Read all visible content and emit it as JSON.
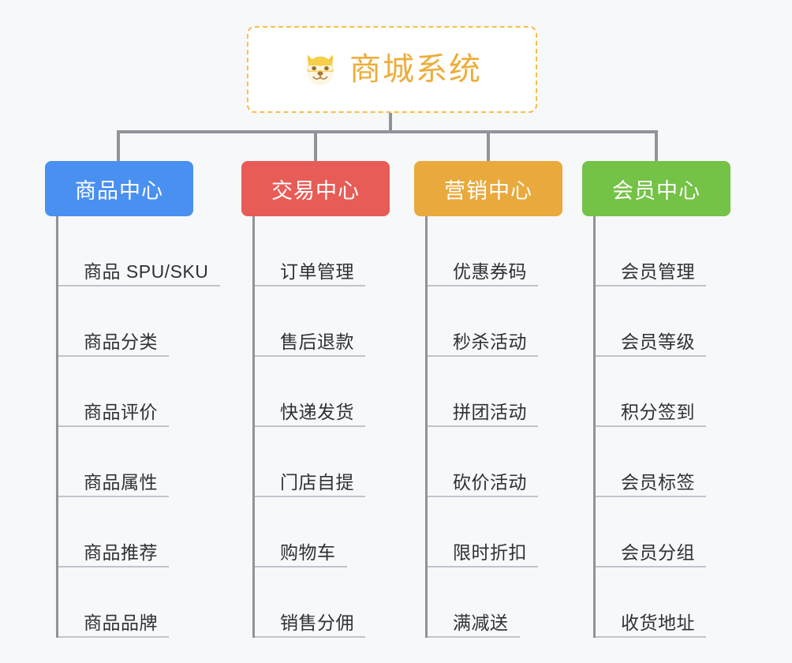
{
  "background_color": "#f7f8f9",
  "root": {
    "title": "商城系统",
    "icon": "dog-face-emoji",
    "text_color": "#edad3a",
    "border_color": "#f5bd4b",
    "fill_color": "#ffffff"
  },
  "connector_color": "#909399",
  "leaf_line_color": "#c0c4cc",
  "leaf_text_color": "#303133",
  "branches": [
    {
      "label": "商品中心",
      "color": "#4a90f0",
      "items": [
        "商品 SPU/SKU",
        "商品分类",
        "商品评价",
        "商品属性",
        "商品推荐",
        "商品品牌"
      ]
    },
    {
      "label": "交易中心",
      "color": "#e85c57",
      "items": [
        "订单管理",
        "售后退款",
        "快递发货",
        "门店自提",
        "购物车",
        "销售分佣"
      ]
    },
    {
      "label": "营销中心",
      "color": "#e9a93c",
      "items": [
        "优惠券码",
        "秒杀活动",
        "拼团活动",
        "砍价活动",
        "限时折扣",
        "满减送"
      ]
    },
    {
      "label": "会员中心",
      "color": "#74c246",
      "items": [
        "会员管理",
        "会员等级",
        "积分签到",
        "会员标签",
        "会员分组",
        "收货地址"
      ]
    }
  ]
}
